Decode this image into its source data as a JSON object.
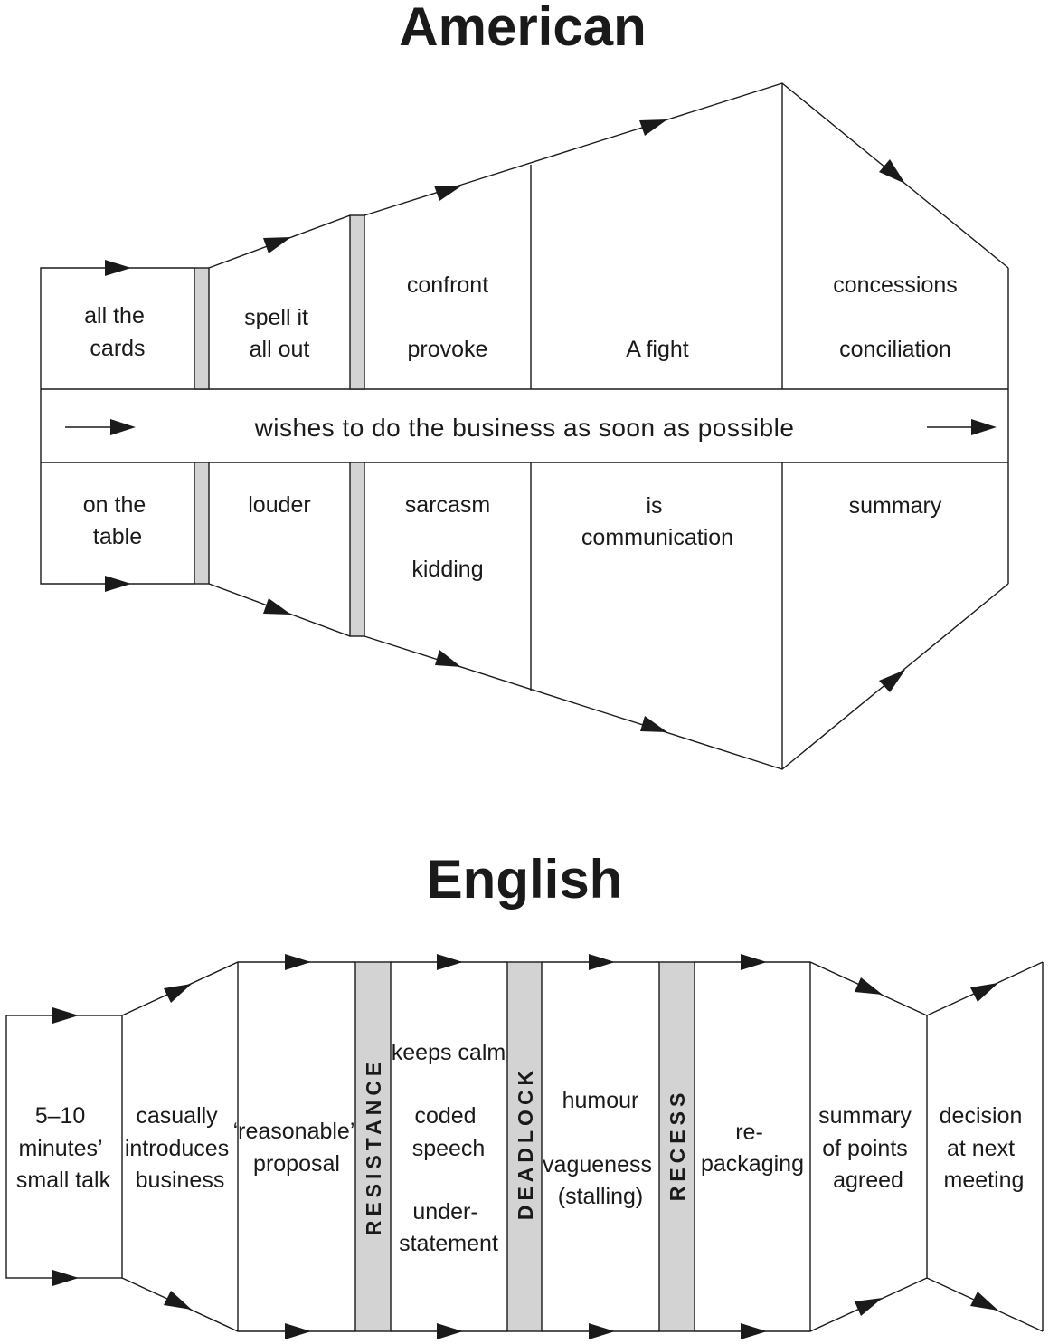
{
  "american": {
    "title": "American",
    "top_labels": {
      "c1": [
        "all the",
        "cards"
      ],
      "c2": [
        "spell it",
        "all out"
      ],
      "c3a": "confront",
      "c3b": "provoke",
      "c4": "A fight",
      "c5a": "concessions",
      "c5b": "conciliation"
    },
    "middle_band": "wishes to do the business as soon as possible",
    "bottom_labels": {
      "c1": [
        "on the",
        "table"
      ],
      "c2": "louder",
      "c3a": "sarcasm",
      "c3b": "kidding",
      "c4": [
        "is",
        "communication"
      ],
      "c5": "summary"
    }
  },
  "english": {
    "title": "English",
    "stages": {
      "s1": [
        "5–10",
        "minutes’",
        "small talk"
      ],
      "s2": [
        "casually",
        "introduces",
        "business"
      ],
      "s3": [
        "‘reasonable’",
        "proposal"
      ],
      "s4a": "keeps calm",
      "s4b": [
        "coded",
        "speech"
      ],
      "s4c": [
        "under-",
        "statement"
      ],
      "s5a": "humour",
      "s5b": [
        "vagueness",
        "(stalling)"
      ],
      "s6": [
        "re-",
        "packaging"
      ],
      "s7": [
        "summary",
        "of points",
        "agreed"
      ],
      "s8": [
        "decision",
        "at next",
        "meeting"
      ]
    },
    "bars": {
      "resistance": "RESISTANCE",
      "deadlock": "DEADLOCK",
      "recess": "RECESS"
    }
  }
}
